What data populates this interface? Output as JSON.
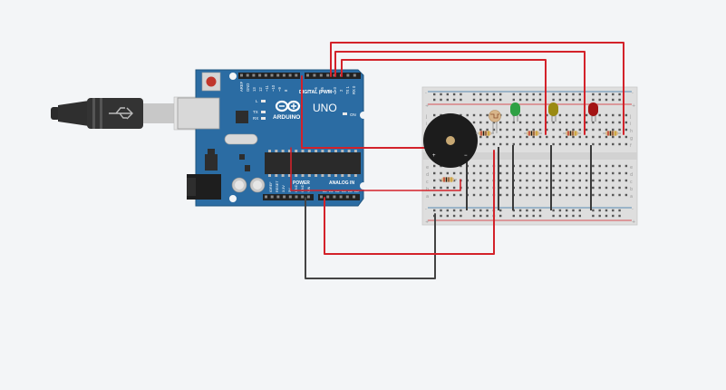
{
  "board": {
    "brand": "ARDUINO",
    "model": "UNO",
    "on_label": "ON",
    "l_label": "L",
    "tx_label": "TX",
    "rx_label": "RX",
    "digital_header": "DIGITAL (PWM~)",
    "analog_header": "ANALOG IN",
    "power_header": "POWER",
    "aref": "AREF",
    "gnd": "GND",
    "pin13": "13",
    "pin12": "12",
    "pin11": "~11",
    "pin10": "~10",
    "pin9": "~9",
    "pin8": "8",
    "pin7": "7",
    "pin6": "~6",
    "pin5": "~5",
    "pin4": "4",
    "pin3": "~3",
    "pin2": "2",
    "pin1": "TX 1",
    "pin0": "RX 0",
    "ioref": "IOREF",
    "reset": "RESET",
    "v33": "3.3V",
    "v5": "5V",
    "gnd1": "GND",
    "gnd2": "GND",
    "vin": "VIN",
    "a0": "A0",
    "a1": "A1",
    "a2": "A2",
    "a3": "A3",
    "a4": "A4",
    "a5": "A5"
  },
  "breadboard": {
    "row_letters_top": [
      "j",
      "i",
      "h",
      "g",
      "f"
    ],
    "row_letters_bottom": [
      "e",
      "d",
      "c",
      "b",
      "a"
    ],
    "plus": "+",
    "minus": "-"
  },
  "buzzer": {
    "plus": "+",
    "minus": "−"
  },
  "colors": {
    "board_blue": "#2b6ca3",
    "wire_red": "#d3222a",
    "wire_black": "#444444",
    "led_green": "#2ea043",
    "led_yellow": "#9a8a12",
    "led_red": "#a31414",
    "background": "#f3f5f7"
  }
}
